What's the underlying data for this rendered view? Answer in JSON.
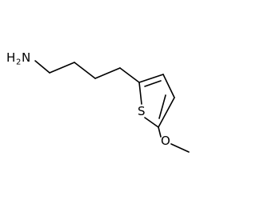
{
  "structure": {
    "atoms": {
      "amine_h": "H",
      "amine_h_count": "2",
      "amine_n": "N",
      "sulfur": "S",
      "oxygen": "O"
    }
  },
  "colors": {
    "bond": "#000000",
    "background": "#ffffff"
  }
}
